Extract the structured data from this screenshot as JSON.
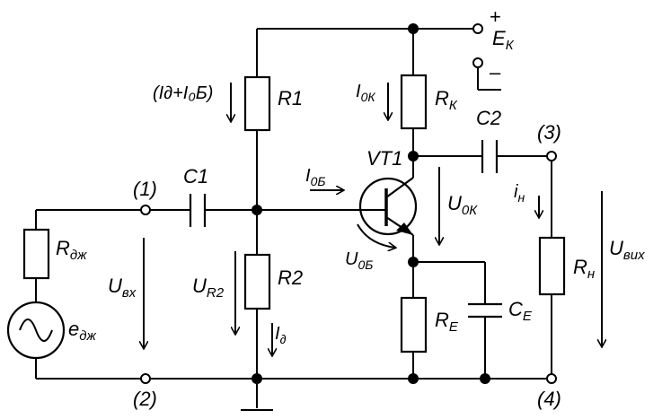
{
  "labels": {
    "node1": "(1)",
    "node2": "(2)",
    "node3": "(3)",
    "node4": "(4)",
    "plus": "+",
    "minus": "–",
    "ek_main": "E",
    "ek_sub": "К",
    "c1": "C1",
    "c2": "C2",
    "r1": "R1",
    "r2": "R2",
    "rk_main": "R",
    "rk_sub": "К",
    "re_main": "R",
    "re_sub": "E",
    "ce_main": "C",
    "ce_sub": "E",
    "rn_main": "R",
    "rn_sub": "н",
    "rg_main": "R",
    "rg_sub": "дж",
    "eg_main": "e",
    "eg_sub": "дж",
    "vt1": "VT1",
    "divider_current": "(I∂+I₀Б)",
    "i0k_main": "I",
    "i0k_sub": "0К",
    "i0b_main": "I",
    "i0b_sub": "0Б",
    "id_main": "I",
    "id_sub": "∂",
    "in_main": "i",
    "in_sub": "н",
    "u0k_main": "U",
    "u0k_sub": "0К",
    "u0b_main": "U",
    "u0b_sub": "0Б",
    "uvx_main": "U",
    "uvx_sub": "вх",
    "ur2_main": "U",
    "ur2_sub": "R2",
    "uvix_main": "U",
    "uvix_sub": "вих"
  }
}
